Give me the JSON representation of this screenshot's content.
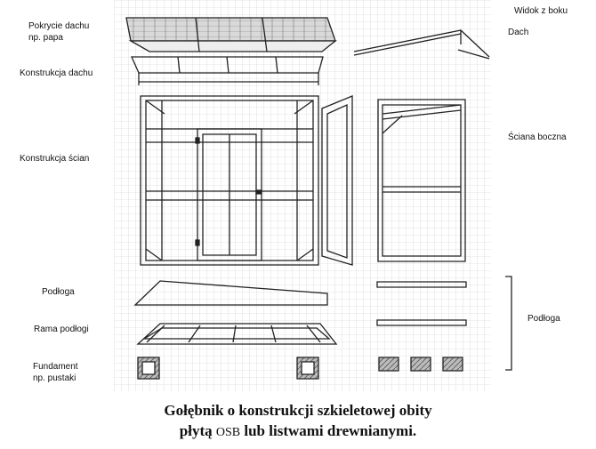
{
  "labels": {
    "roof_covering": "Pokrycie dachu",
    "roof_covering_example": "np. papa",
    "roof_structure": "Konstrukcja dachu",
    "wall_structure": "Konstrukcja ścian",
    "floor": "Podłoga",
    "floor_frame": "Rama podłogi",
    "foundation": "Fundament",
    "foundation_example": "np. pustaki",
    "side_view": "Widok z boku",
    "roof": "Dach",
    "side_wall": "Ściana boczna",
    "side_floor": "Podłoga"
  },
  "caption": {
    "line1": "Gołębnik o konstrukcji szkieletowej obity",
    "line2_prefix": "płytą",
    "line2_osb": "OSB",
    "line2_suffix": "lub listwami drewnianymi."
  }
}
